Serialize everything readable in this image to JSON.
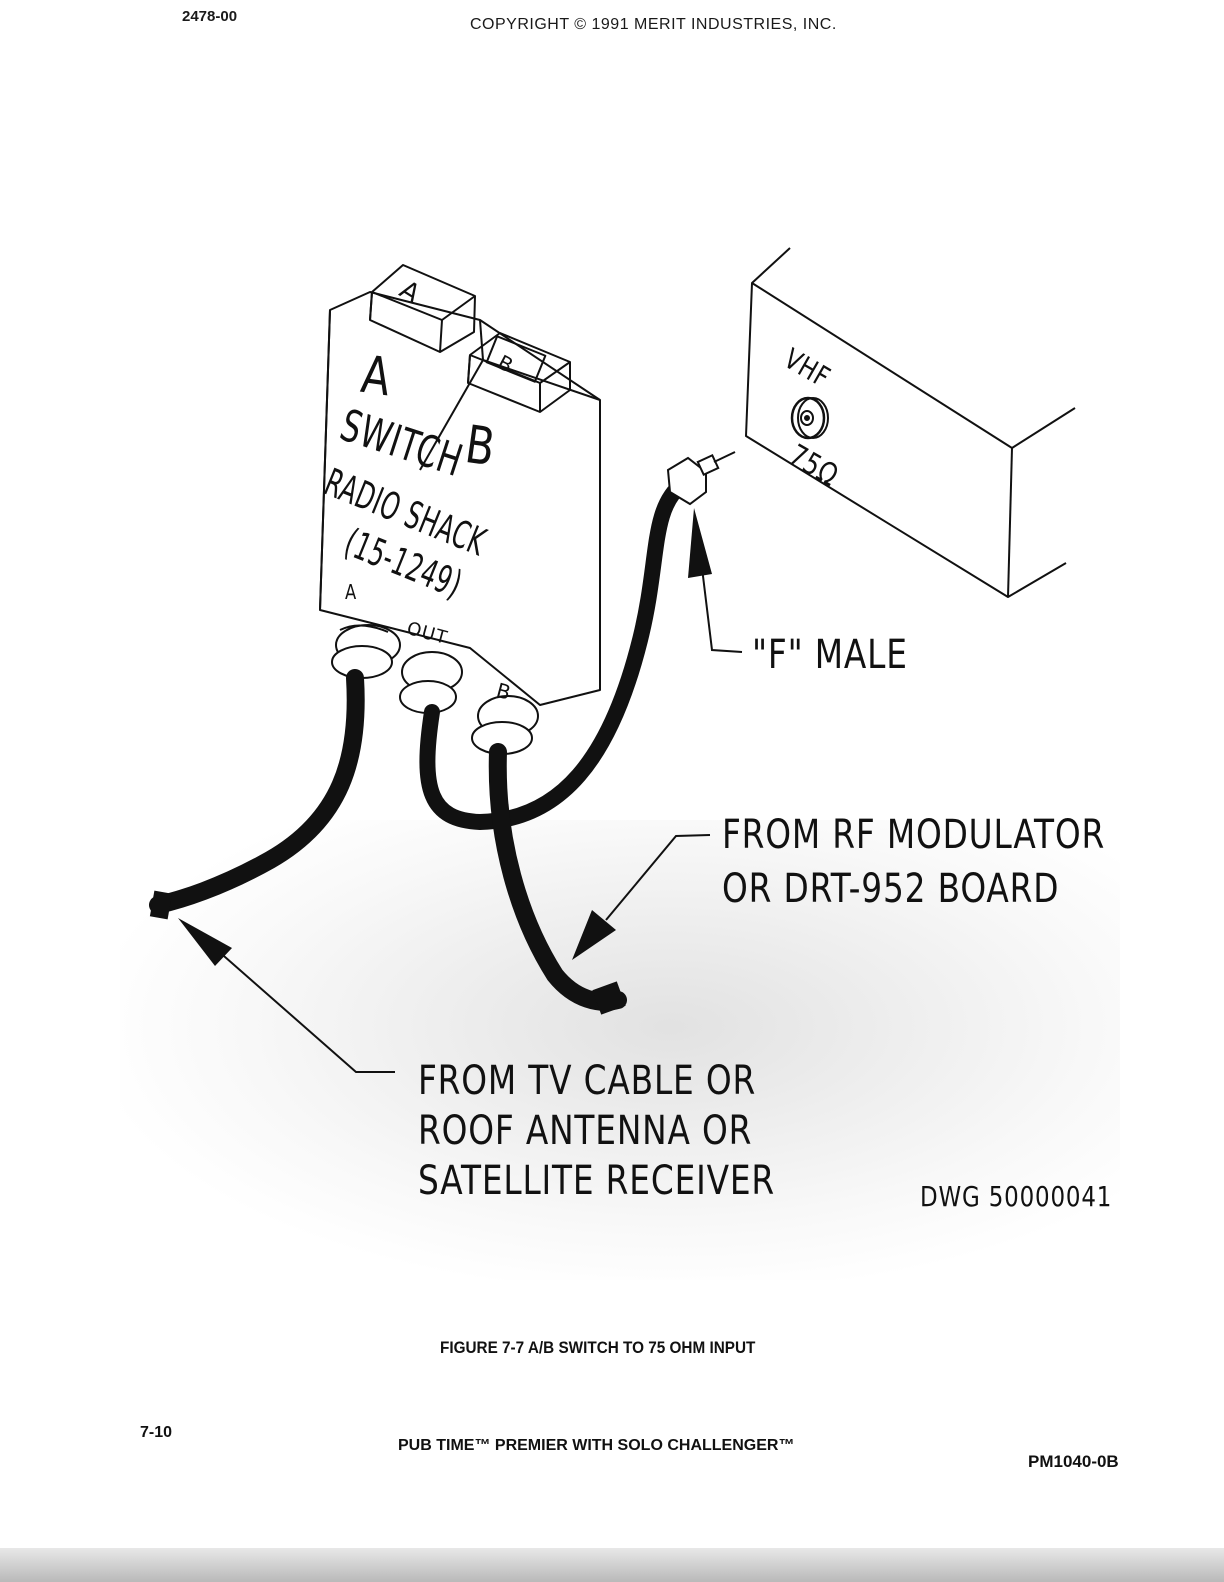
{
  "header": {
    "doc_number": "2478-00",
    "copyright": "COPYRIGHT © 1991 MERIT INDUSTRIES, INC."
  },
  "drawing": {
    "switch_button_a": "A",
    "switch_button_b": "B",
    "switch_face_a": "A",
    "switch_face_b": "B",
    "switch_line1": "SWITCH",
    "switch_line2": "RADIO SHACK",
    "switch_line3": "(15-1249)",
    "port_a": "A",
    "port_out": "OUT",
    "port_b": "B",
    "tv_vhf": "VHF",
    "tv_ohm": "75Ω",
    "label_f_male": "\"F\" MALE",
    "label_rf_line1": "FROM RF MODULATOR",
    "label_rf_line2": "OR DRT-952 BOARD",
    "label_tv_line1": "FROM TV CABLE OR",
    "label_tv_line2": "ROOF ANTENNA OR",
    "label_tv_line3": "SATELLITE RECEIVER",
    "dwg_number": "DWG 50000041"
  },
  "caption": "FIGURE 7-7 A/B SWITCH TO 75 OHM INPUT",
  "footer": {
    "page": "7-10",
    "title": "PUB TIME™ PREMIER WITH SOLO CHALLENGER™",
    "doc_code": "PM1040-0B"
  }
}
